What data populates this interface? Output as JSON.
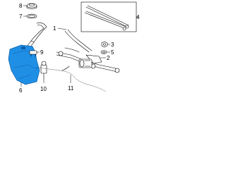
{
  "colors": {
    "background": "#ffffff",
    "line": "#000000",
    "highlight": "#1f8fe6",
    "highlight_dark": "#0d5fa8"
  },
  "callouts": {
    "c1": "1",
    "c2": "2",
    "c3": "3",
    "c4": "4",
    "c5": "5",
    "c6": "6",
    "c7": "7",
    "c8": "8",
    "c9": "9",
    "c10": "10",
    "c11": "11"
  }
}
